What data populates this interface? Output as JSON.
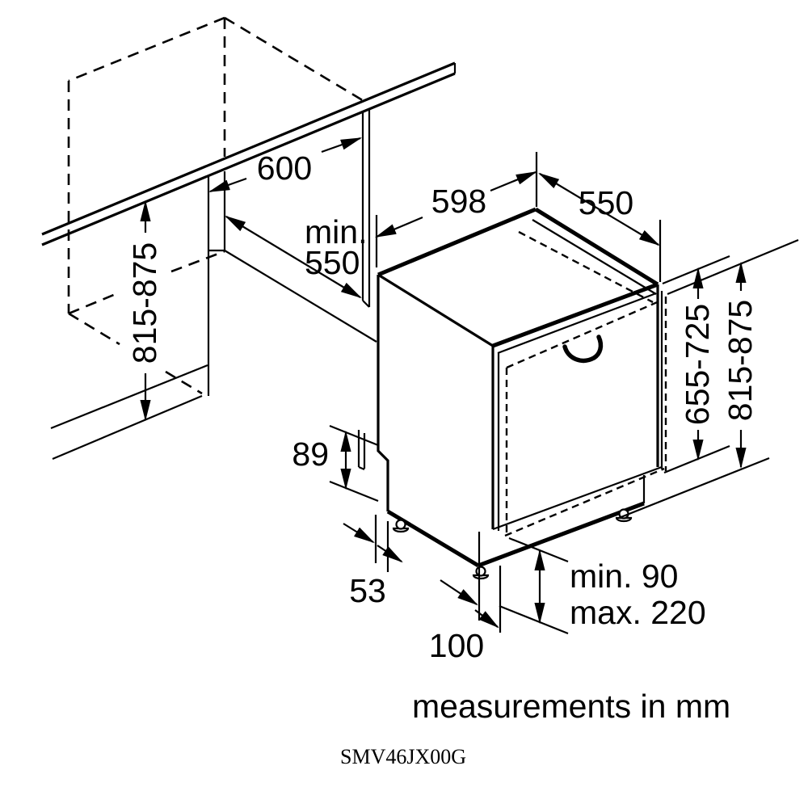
{
  "colors": {
    "line": "#000000",
    "background": "#ffffff"
  },
  "diagram": {
    "model_code": "SMV46JX00G",
    "caption": "measurements in mm",
    "labels": {
      "niche_width": "600",
      "niche_depth_prefix": "min.",
      "niche_depth_value": "550",
      "niche_height_left": "815-875",
      "appliance_width": "598",
      "appliance_depth": "550",
      "door_panel_height": "655-725",
      "niche_height_right": "815-875",
      "side_step_height": "89",
      "base_recess": "53",
      "door_bottom_recess": "100",
      "plinth_clearance_min": "min. 90",
      "plinth_clearance_max": "max. 220"
    }
  }
}
